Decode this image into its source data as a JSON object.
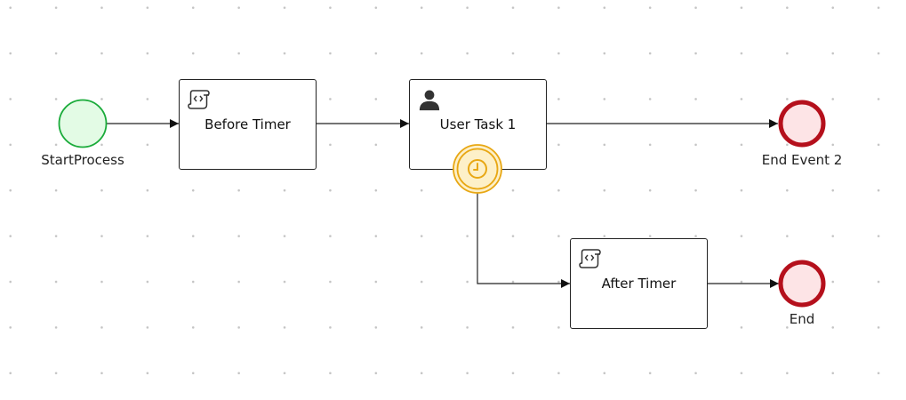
{
  "diagram": {
    "start_event": {
      "label": "StartProcess"
    },
    "tasks": {
      "before_timer": {
        "label": "Before Timer",
        "icon": "script-icon"
      },
      "user_task": {
        "label": "User Task 1",
        "icon": "user-icon"
      },
      "after_timer": {
        "label": "After Timer",
        "icon": "script-icon"
      }
    },
    "boundary_event": {
      "icon": "timer-icon"
    },
    "end_events": {
      "end_event_2": {
        "label": "End Event 2"
      },
      "end": {
        "label": "End"
      }
    }
  },
  "colors": {
    "start_stroke": "#1aab3a",
    "start_fill": "#e3fbe5",
    "end_stroke": "#b5101c",
    "end_fill": "#fde4e6",
    "timer_stroke": "#e8a713",
    "timer_fill": "#fdf0c8",
    "line": "#222222"
  }
}
